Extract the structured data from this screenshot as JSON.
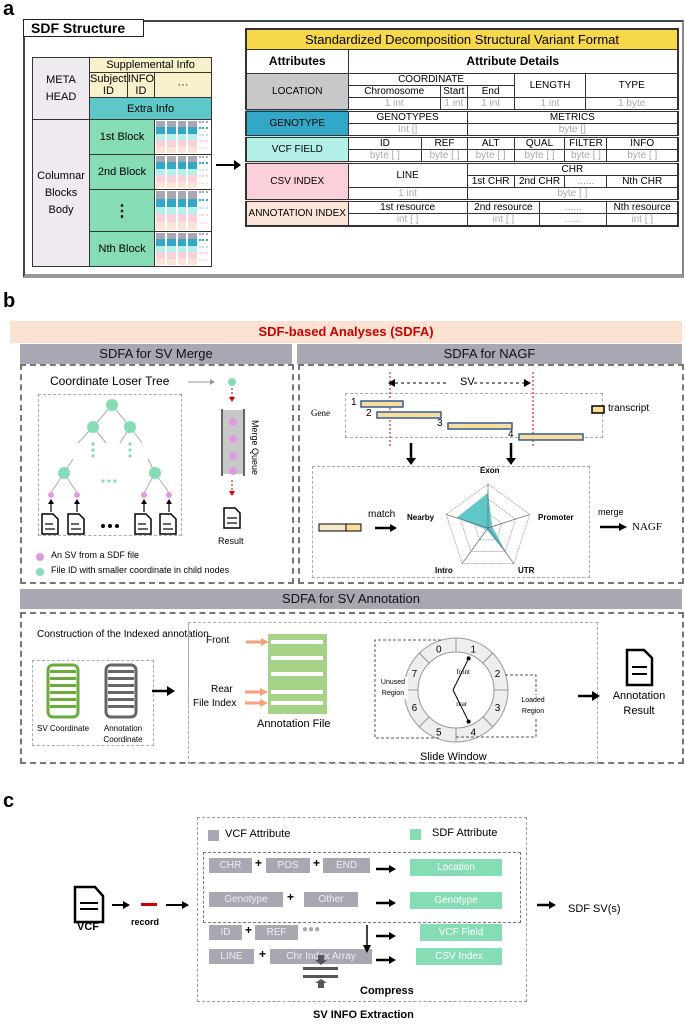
{
  "panels": {
    "a": "a",
    "b": "b",
    "c": "c"
  },
  "panel_a": {
    "title": "SDF Structure",
    "meta_head": "META HEAD",
    "supplemental_info": "Supplemental Info",
    "subject_id": "Subject ID",
    "info_id": "INFO ID",
    "ellipsis": "···",
    "extra_info": "Extra Info",
    "body_label": "Columnar Blocks Body",
    "blocks": [
      "1st Block",
      "2nd Block",
      "⋮",
      "Nth Block"
    ],
    "format_title": "Standardized Decomposition Structural Variant Format",
    "col_attributes": "Attributes",
    "col_details": "Attribute Details",
    "location": {
      "label": "LOCATION",
      "coordinate": "COORDINATE",
      "chromosome": "Chromosome",
      "start": "Start",
      "end": "End",
      "length": "LENGTH",
      "type": "TYPE",
      "types": [
        "1 int",
        "1 int",
        "1 int",
        "1 int",
        "1 byte"
      ]
    },
    "genotype": {
      "label": "GENOTYPE",
      "genotypes": "GENOTYPES",
      "metrics": "METRICS",
      "types": [
        "Int []",
        "byte []"
      ]
    },
    "vcf_field": {
      "label": "VCF FIELD",
      "fields": [
        "ID",
        "REF",
        "ALT",
        "QUAL",
        "FILTER",
        "INFO"
      ],
      "type": "byte [ ]"
    },
    "csv_index": {
      "label": "CSV INDEX",
      "line": "LINE",
      "chr": "CHR",
      "chrs": [
        "1st CHR",
        "2nd CHR",
        "......",
        "Nth CHR"
      ],
      "types": [
        "1 int",
        "byte [ ]"
      ]
    },
    "annotation_index": {
      "label": "ANNOTATION INDEX",
      "resources": [
        "1st resource",
        "2nd resource",
        "......",
        "Nth resource"
      ],
      "types": [
        "int [ ]",
        "int [ ]",
        "......",
        "int [ ]"
      ]
    }
  },
  "panel_b": {
    "banner": "SDF-based Analyses (SDFA)",
    "merge": {
      "header": "SDFA for SV Merge",
      "tree_label": "Coordinate Loser Tree",
      "queue_label": "Merge Queue",
      "result": "Result",
      "legend": [
        "An SV from a SDF file",
        "File ID with smaller coordinate in child nodes"
      ],
      "colors": {
        "sv": "#df9be0",
        "file_id": "#86dcb4"
      }
    },
    "nagf": {
      "header": "SDFA for NAGF",
      "sv_label": "SV",
      "gene_label": "Gene",
      "transcripts": [
        "1",
        "2",
        "3",
        "4"
      ],
      "legend_transcript": "transcript",
      "match": "match",
      "merge": "merge",
      "result": "NAGF",
      "radar_axes": [
        "Exon",
        "Promoter",
        "UTR",
        "Intro",
        "Nearby"
      ],
      "radar_values": [
        0.8,
        0.1,
        0.75,
        0.05,
        0.75
      ]
    },
    "annotation": {
      "header": "SDFA for SV Annotation",
      "construction": "Construction of the Indexed annotation",
      "sv_coord": "SV Coordinate",
      "ann_coord": "Annotation Coordinate",
      "front": "Front",
      "rear": "Rear",
      "file_index": "File Index",
      "ann_file": "Annotation File",
      "slide_window": "Slide Window",
      "unused": "Unused Region",
      "loaded": "Loaded Region",
      "front_ptr": "front",
      "rear_ptr": "rear",
      "slots": [
        "0",
        "1",
        "2",
        "3",
        "4",
        "5",
        "6",
        "7"
      ],
      "result": "Annotation Result"
    }
  },
  "panel_c": {
    "vcf": "VCF",
    "record": "record",
    "legend_vcf": "VCF Attribute",
    "legend_sdf": "SDF Attribute",
    "rows": [
      {
        "inputs": [
          "CHR",
          "POS",
          "END"
        ],
        "output": "Location"
      },
      {
        "inputs": [
          "Genotype",
          "Other"
        ],
        "output": "Genotype"
      },
      {
        "inputs": [
          "ID",
          "REF",
          "●●●"
        ],
        "output": "VCF Field"
      },
      {
        "inputs": [
          "LINE",
          "Chr Index Array"
        ],
        "output": "CSV Index"
      }
    ],
    "plus": "+",
    "compress": "Compress",
    "output": "SDF SV(s)",
    "caption": "SV INFO Extraction"
  }
}
